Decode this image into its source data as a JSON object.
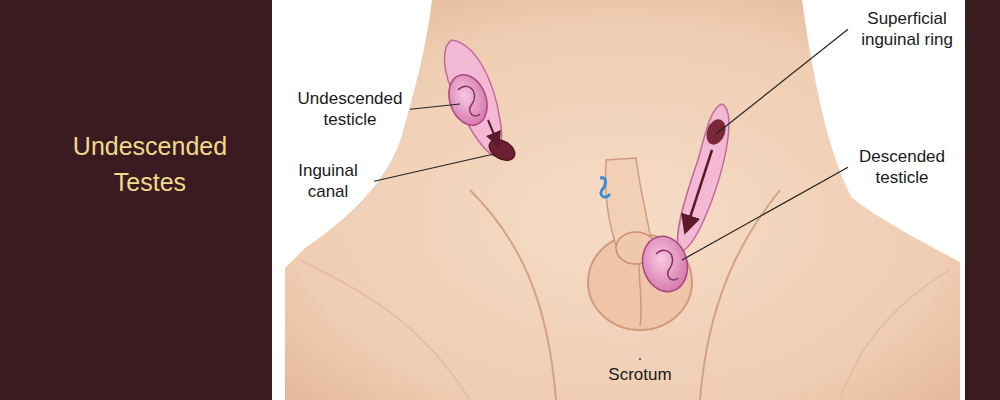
{
  "diagram": {
    "title": "Undescended Testes",
    "labels": [
      "Undescended testicle",
      "Inguinal canal",
      "Superficial inguinal ring",
      "Descended testicle",
      "Scrotum"
    ]
  }
}
